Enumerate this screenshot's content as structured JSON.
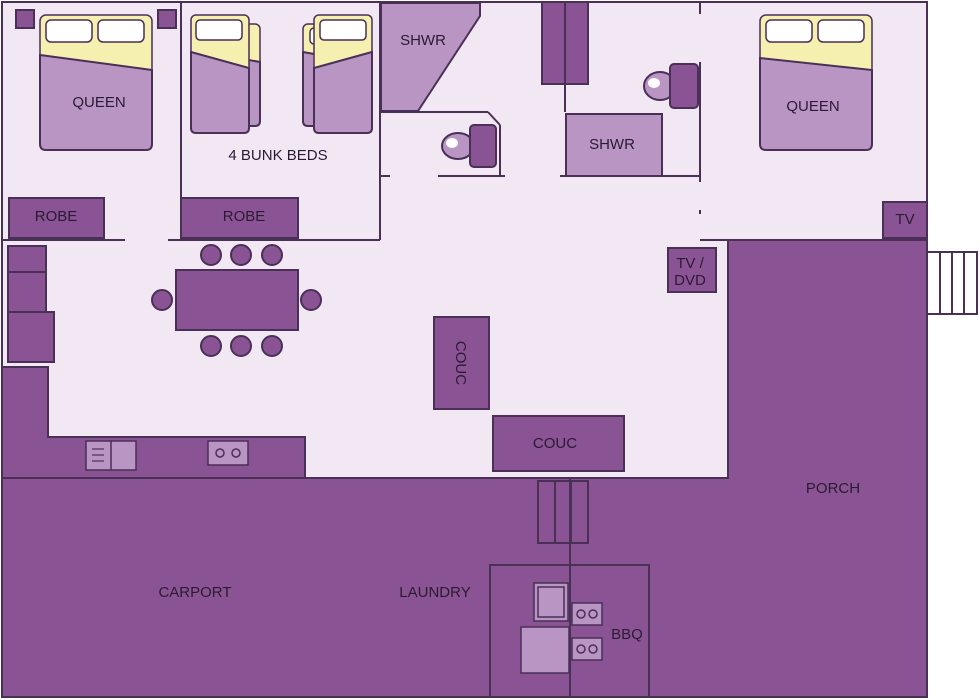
{
  "colors": {
    "floor": "#f1e8f3",
    "outdoor": "#8a5494",
    "furniture_dark": "#8a5494",
    "furniture_mid": "#b995c4",
    "bed_head": "#f5efb0",
    "wall": "#4a2f57"
  },
  "labels": {
    "queen_left": "QUEEN",
    "bunk_beds": "4 BUNK BEDS",
    "shower_1": "SHWR",
    "shower_2": "SHWR",
    "queen_right": "QUEEN",
    "robe_left": "ROBE",
    "robe_mid": "ROBE",
    "tv": "TV",
    "tv_dvd_line1": "TV /",
    "tv_dvd_line2": "DVD",
    "couch_vertical": "COUC",
    "couch_horizontal": "COUC",
    "porch": "PORCH",
    "carport": "CARPORT",
    "laundry": "LAUNDRY",
    "bbq": "BBQ"
  }
}
